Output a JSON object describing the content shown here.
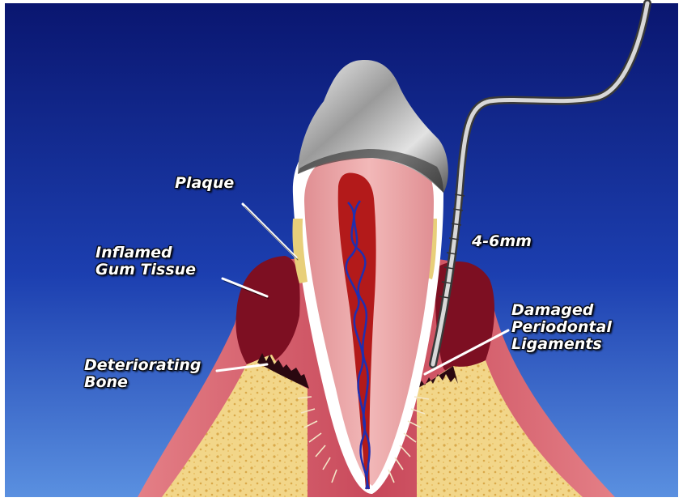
{
  "labels": {
    "plaque": "Plaque",
    "inflamed_gum": [
      "Inflamed",
      "Gum Tissue"
    ],
    "deteriorating_bone": [
      "Deteriorating",
      "Bone"
    ],
    "pocket_depth": "4-6mm",
    "damaged_ligaments": [
      "Damaged",
      "Periodontal",
      "Ligaments"
    ]
  },
  "colors": {
    "background_top": "#0a1a7a",
    "background_bottom": "#4a7fd8",
    "gum": "#e88a8a",
    "inflamed_gum": "#7a0a1a",
    "bone": "#f3da8a",
    "enamel": "#ffffff",
    "dentin": "#e9a6a6",
    "pulp": "#b31a1a",
    "crown_metal": "#b8b8b8",
    "probe": "#a0a0a0",
    "plaque": "#e8cf7a"
  }
}
